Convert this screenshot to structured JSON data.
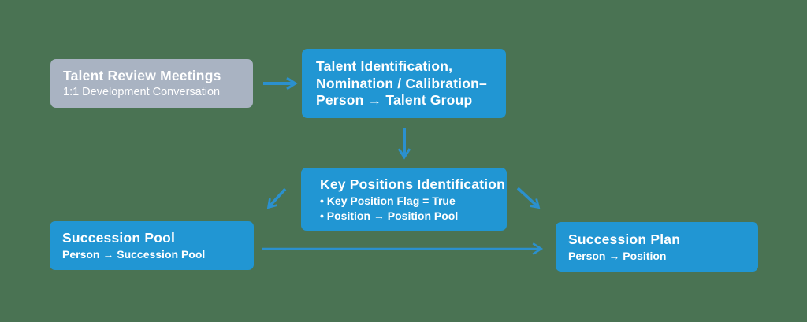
{
  "colors": {
    "background": "#4A7353",
    "box_blue": "#2196D3",
    "box_gray": "#A9B3C2",
    "arrow": "#2B90CE",
    "text": "#FFFFFF"
  },
  "diagram": {
    "boxes": {
      "talent_review": {
        "title": "Talent Review Meetings",
        "subtitle": "1:1 Development Conversation"
      },
      "talent_identification": {
        "line1": "Talent Identification,",
        "line2": "Nomination / Calibration–",
        "line3": "Person → Talent Group"
      },
      "key_positions": {
        "title": "Key Positions Identification",
        "bullet1": "• Key Position Flag = True",
        "bullet2": "• Position → Position Pool"
      },
      "succession_pool": {
        "title": "Succession Pool",
        "subtitle": "Person → Succession Pool"
      },
      "succession_plan": {
        "title": "Succession Plan",
        "subtitle": "Person → Position"
      }
    },
    "arrows": [
      {
        "name": "talent-review-to-talent-identification",
        "direction": "right"
      },
      {
        "name": "talent-identification-to-key-positions",
        "direction": "down"
      },
      {
        "name": "key-positions-to-succession-pool",
        "direction": "down-left"
      },
      {
        "name": "key-positions-to-succession-plan",
        "direction": "down-right"
      },
      {
        "name": "succession-pool-to-succession-plan",
        "direction": "right"
      }
    ]
  }
}
